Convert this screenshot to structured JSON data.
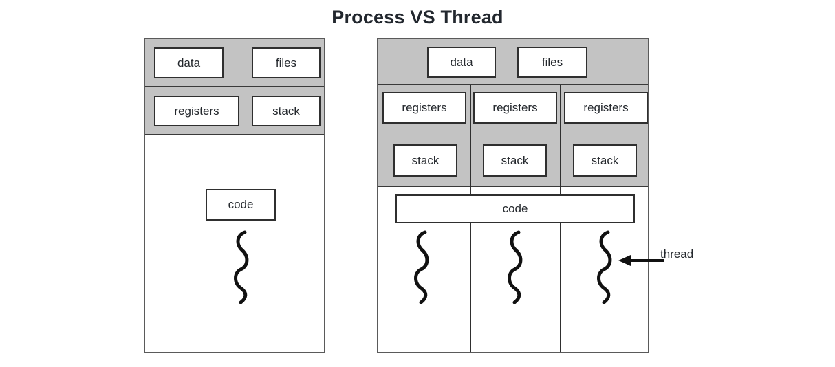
{
  "title": "Process VS Thread",
  "colors": {
    "shared_band": "#c3c3c3",
    "frame_border": "#5a5a5a",
    "cell_border": "#2f2f2f",
    "ink": "#24282d",
    "page_background": "#ffffff"
  },
  "process_diagram": {
    "name": "single-threaded-process",
    "shared_band_rows": [
      {
        "cells": [
          {
            "label": "data"
          },
          {
            "label": "files"
          }
        ]
      },
      {
        "cells": [
          {
            "label": "registers"
          },
          {
            "label": "stack"
          }
        ]
      }
    ],
    "code_cell": {
      "label": "code"
    },
    "threads": [
      {
        "name": "thread-squiggle"
      }
    ]
  },
  "thread_diagram": {
    "name": "multi-threaded-process",
    "shared_band_rows": [
      {
        "cells": [
          {
            "label": "data"
          },
          {
            "label": "files"
          }
        ]
      }
    ],
    "columns": [
      {
        "registers": "registers",
        "stack": "stack"
      },
      {
        "registers": "registers",
        "stack": "stack"
      },
      {
        "registers": "registers",
        "stack": "stack"
      }
    ],
    "code_cell": {
      "label": "code"
    },
    "threads": [
      {
        "name": "thread-squiggle"
      },
      {
        "name": "thread-squiggle"
      },
      {
        "name": "thread-squiggle"
      }
    ],
    "annotation": {
      "label": "thread",
      "arrow": "left-arrow"
    }
  }
}
